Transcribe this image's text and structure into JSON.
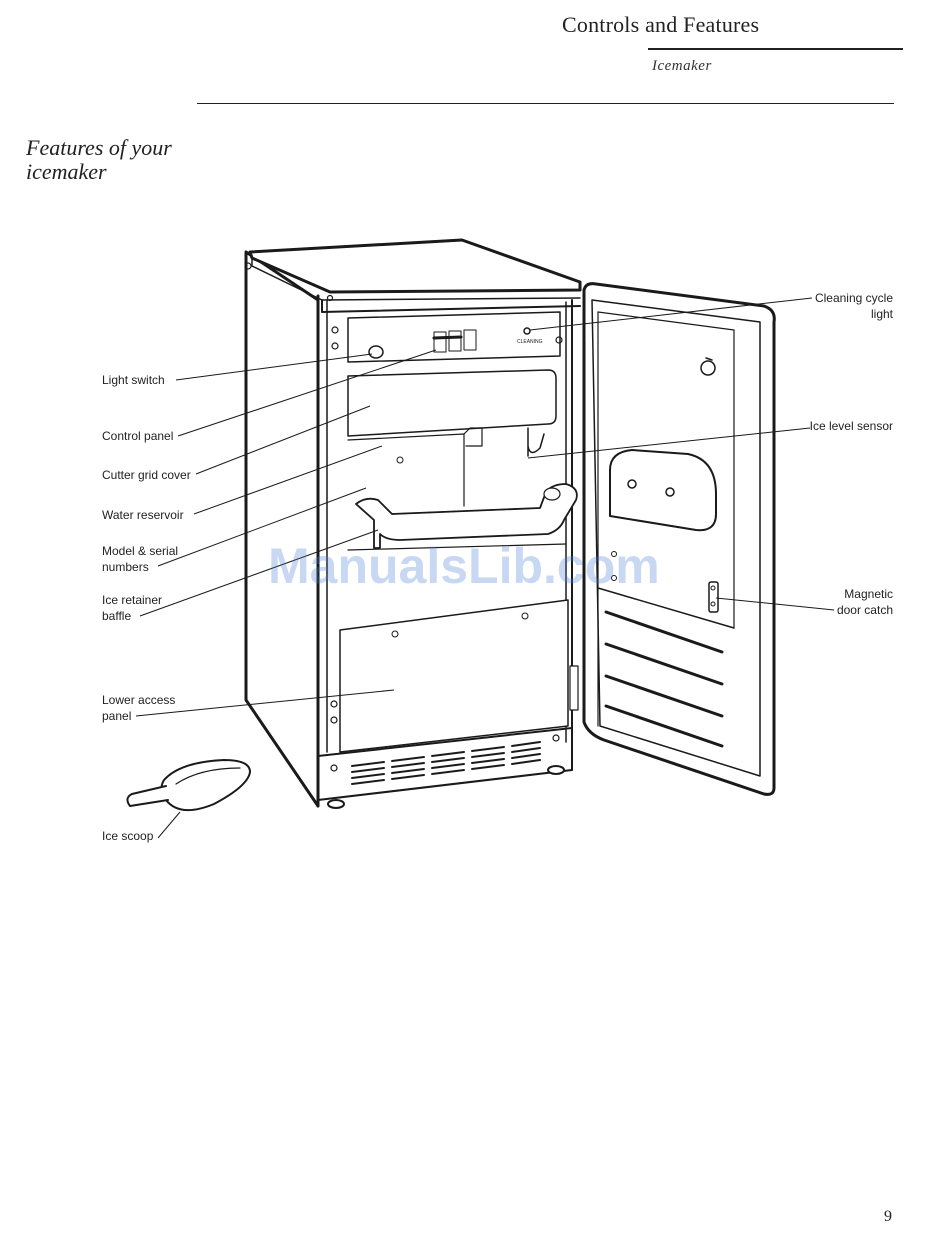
{
  "header": {
    "title": "Controls and Features",
    "subtitle": "Icemaker"
  },
  "section": {
    "heading_line1": "Features of your",
    "heading_line2": "icemaker"
  },
  "diagram": {
    "subject": "icemaker",
    "callouts_left": {
      "light_switch": "Light switch",
      "control_panel": "Control panel",
      "cutter_grid_cover": "Cutter grid cover",
      "water_reservoir": "Water reservoir",
      "model_serial_line1": "Model & serial",
      "model_serial_line2": "numbers",
      "ice_retainer_line1": "Ice retainer",
      "ice_retainer_line2": "baffle",
      "lower_access_line1": "Lower access",
      "lower_access_line2": "panel",
      "ice_scoop": "Ice scoop"
    },
    "callouts_right": {
      "cleaning_cycle_line1": "Cleaning cycle",
      "cleaning_cycle_line2": "light",
      "ice_level_sensor": "Ice level sensor",
      "magnetic_catch_line1": "Magnetic",
      "magnetic_catch_line2": "door catch"
    },
    "panel_label": "CLEANING"
  },
  "watermark": "ManualsLib.com",
  "page_number": "9"
}
